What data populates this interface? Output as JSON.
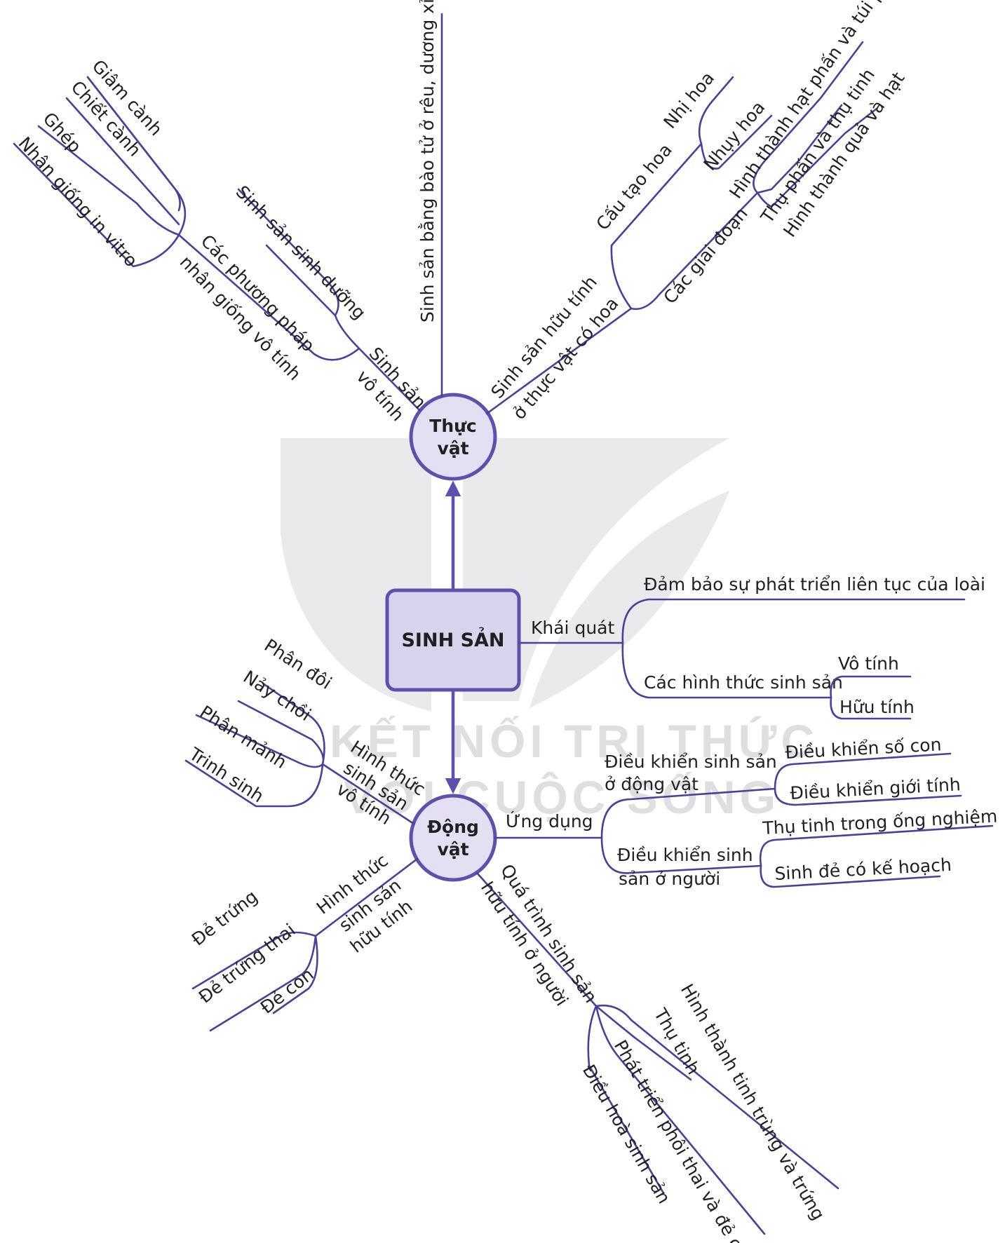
{
  "center": {
    "label": "SINH SẢN"
  },
  "watermark": {
    "line1": "KẾT NỐI TRI THỨC",
    "line2": "VỚI CUỘC SỐNG"
  },
  "nodes": {
    "plants": "Thực vật",
    "animals": "Động vật",
    "plants_line1": "Thực",
    "plants_line2": "vật",
    "animals_line1": "Động",
    "animals_line2": "vật"
  },
  "plants": {
    "spores": "Sinh sản bằng bào tử ở rêu, dương xỉ",
    "asexual": {
      "label_line1": "Sinh sản",
      "label_line2": "vô tính",
      "vegetative": "Sinh sản sinh dưỡng",
      "methods_line1": "Các phương pháp",
      "methods_line2": "nhân giống vô tính",
      "methods": [
        "Giâm cành",
        "Chiết cành",
        "Ghép",
        "Nhân giống in vitro"
      ]
    },
    "sexual": {
      "label_line1": "Sinh sản hữu tính",
      "label_line2": "ở thực vật có hoa",
      "flower_structure": "Cấu tạo hoa",
      "flower_parts": [
        "Nhị hoa",
        "Nhụy hoa"
      ],
      "stages": "Các giai đoạn",
      "stage_items": [
        "Hình thành hạt phấn và túi phôi",
        "Thụ phấn và thụ tinh",
        "Hình thành quả và hạt"
      ]
    }
  },
  "overview": {
    "label": "Khái quát",
    "continuity": "Đảm bảo sự phát triển liên tục của loài",
    "forms": "Các hình thức sinh sản",
    "form_items": [
      "Vô tính",
      "Hữu tính"
    ]
  },
  "animals": {
    "asexual": {
      "label_line1": "Hình thức",
      "label_line2": "sinh sản",
      "label_line3": "vô tính",
      "items": [
        "Phân đôi",
        "Nảy chồi",
        "Phân mảnh",
        "Trinh sinh"
      ]
    },
    "sexual": {
      "label_line1": "Hình thức",
      "label_line2": "sinh sản",
      "label_line3": "hữu tính",
      "items": [
        "Đẻ trứng",
        "Đẻ trứng thai",
        "Đẻ con"
      ]
    },
    "human": {
      "label_line1": "Quá trình sinh sản",
      "label_line2": "hữu tính ở người",
      "items": [
        "Hình thành tinh trùng và trứng",
        "Thụ tinh",
        "Phát triển phôi thai và đẻ con",
        "Điều hoà sinh sản"
      ]
    },
    "applications": {
      "label": "Ứng dụng",
      "animal_control_line1": "Điều khiển sinh sản",
      "animal_control_line2": "ở động vật",
      "animal_items": [
        "Điều khiển số con",
        "Điều khiển giới tính"
      ],
      "human_control_line1": "Điều khiển sinh",
      "human_control_line2": "sản ở người",
      "human_items": [
        "Thụ tinh trong ống nghiệm",
        "Sinh đẻ có kế hoạch"
      ]
    }
  },
  "colors": {
    "line": "#4b3f9a",
    "node_fill": "#e4dff2",
    "node_stroke": "#5d51ad",
    "center_fill": "#d9d4ee"
  }
}
